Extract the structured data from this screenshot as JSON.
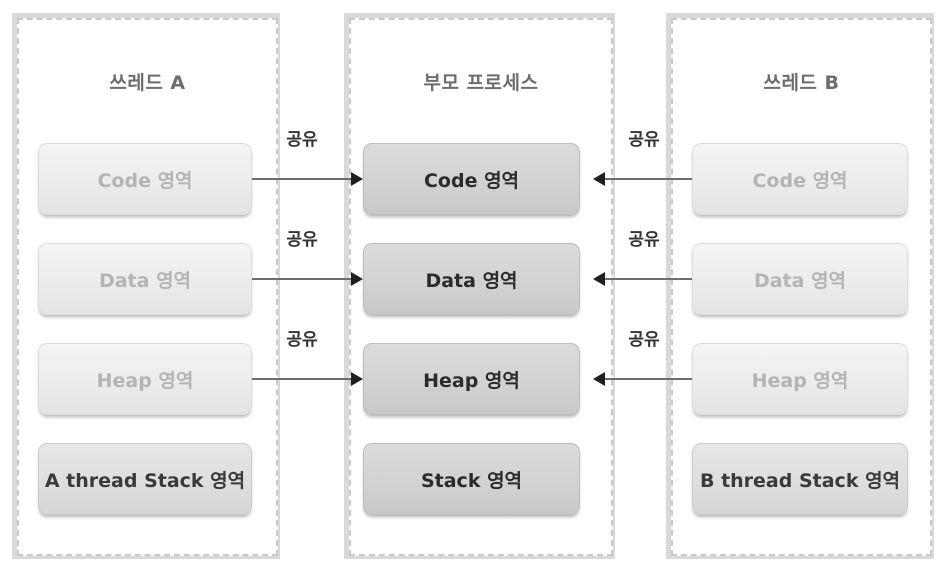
{
  "diagram": {
    "title_hidden": "",
    "panels": [
      {
        "id": "thread-a",
        "title": "쓰레드 A",
        "boxes": [
          {
            "label": "Code 영역",
            "style": "light"
          },
          {
            "label": "Data 영역",
            "style": "light"
          },
          {
            "label": "Heap 영역",
            "style": "light"
          },
          {
            "label": "A thread Stack 영역",
            "style": "light-strong"
          }
        ]
      },
      {
        "id": "parent-process",
        "title": "부모 프로세스",
        "boxes": [
          {
            "label": "Code 영역",
            "style": "dark"
          },
          {
            "label": "Data 영역",
            "style": "dark"
          },
          {
            "label": "Heap 영역",
            "style": "dark"
          },
          {
            "label": "Stack 영역",
            "style": "dark"
          }
        ]
      },
      {
        "id": "thread-b",
        "title": "쓰레드 B",
        "boxes": [
          {
            "label": "Code 영역",
            "style": "light"
          },
          {
            "label": "Data 영역",
            "style": "light"
          },
          {
            "label": "Heap 영역",
            "style": "light"
          },
          {
            "label": "B thread Stack 영역",
            "style": "light-strong"
          }
        ]
      }
    ],
    "connections": [
      {
        "id": "a-code",
        "label": "공유",
        "direction": "right"
      },
      {
        "id": "a-data",
        "label": "공유",
        "direction": "right"
      },
      {
        "id": "a-heap",
        "label": "공유",
        "direction": "right"
      },
      {
        "id": "b-code",
        "label": "공유",
        "direction": "left"
      },
      {
        "id": "b-data",
        "label": "공유",
        "direction": "left"
      },
      {
        "id": "b-heap",
        "label": "공유",
        "direction": "left"
      }
    ],
    "colors": {
      "background": "#ffffff",
      "panel_border": "#c9c9c9",
      "panel_shadow": "#d9d9d9",
      "box_light_fill": "#ececec",
      "box_light_text": "#b4b4b4",
      "box_dark_fill": "#d2d2d2",
      "box_dark_text": "#2b2b2b",
      "arrow": "#6e6e6e",
      "title_text": "#6d6d6d"
    }
  }
}
